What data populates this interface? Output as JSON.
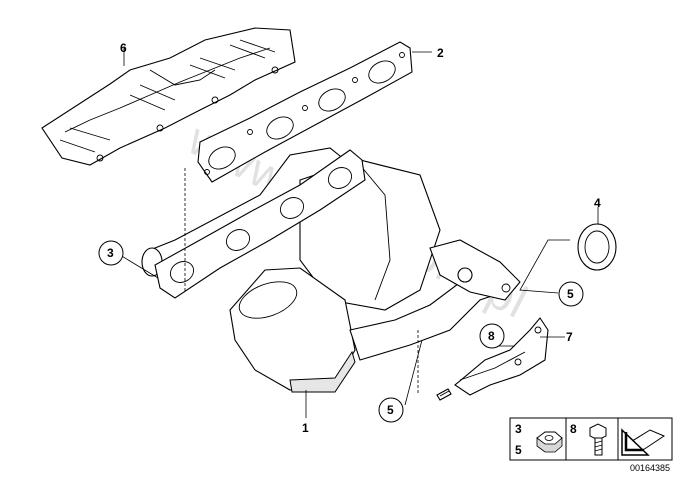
{
  "watermark": "www.bmwstore.pl",
  "callouts": {
    "c1": "1",
    "c2": "2",
    "c3": "3",
    "c4": "4",
    "c5a": "5",
    "c5b": "5",
    "c6": "6",
    "c7": "7",
    "c8": "8"
  },
  "legend": {
    "nut_top": "3",
    "nut_bottom": "5",
    "bolt": "8"
  },
  "diagram_id": "00164385"
}
